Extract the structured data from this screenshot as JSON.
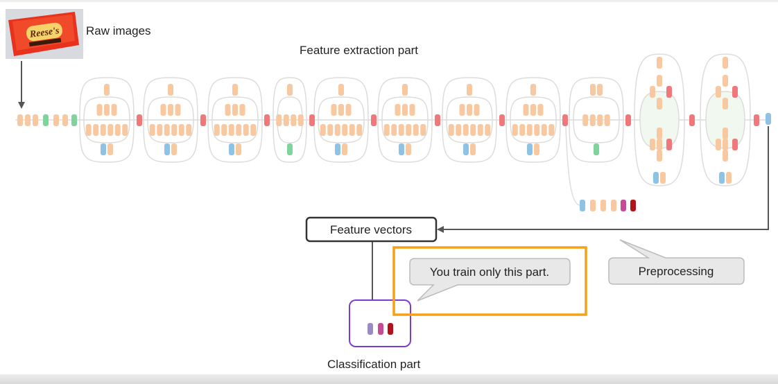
{
  "title": "Feature extraction part",
  "raw_images_label": "Raw images",
  "candy_text": "Reese's",
  "feature_vectors_label": "Feature vectors",
  "classification_label": "Classification part",
  "train_callout": "You train only this part.",
  "preprocessing_callout": "Preprocessing",
  "colors": {
    "orange_node": "#f8c9a0",
    "red_node": "#f0787a",
    "green_node": "#7fd39b",
    "blue_node": "#8ec3e6",
    "purple_node": "#9b8ac4",
    "magenta_node": "#c64b97",
    "dark_red_node": "#b3121c",
    "highlight_orange": "#f5a017",
    "classification_border": "#7e3bd1"
  }
}
